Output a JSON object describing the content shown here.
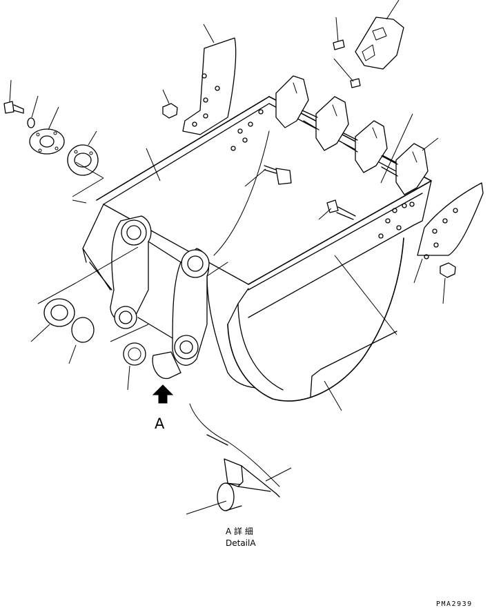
{
  "callout": {
    "letter": "A"
  },
  "detail": {
    "title_jp": "A 詳 細",
    "title_en": "DetailA"
  },
  "drawing_code": "PMA2939"
}
